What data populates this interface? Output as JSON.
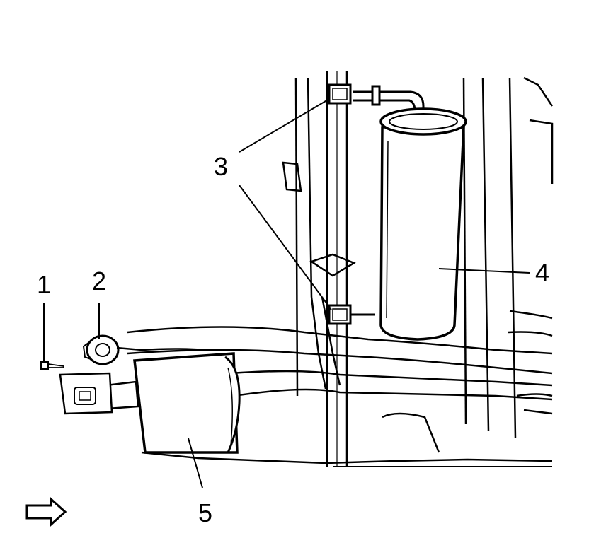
{
  "callouts": [
    {
      "id": "1",
      "text": "1"
    },
    {
      "id": "2",
      "text": "2"
    },
    {
      "id": "3",
      "text": "3"
    },
    {
      "id": "4",
      "text": "4"
    },
    {
      "id": "5",
      "text": "5"
    }
  ],
  "colors": {
    "line": "#000000",
    "fill": "#ffffff",
    "shade": "#cccccc"
  },
  "icons": {
    "direction": "front-arrow-icon"
  }
}
